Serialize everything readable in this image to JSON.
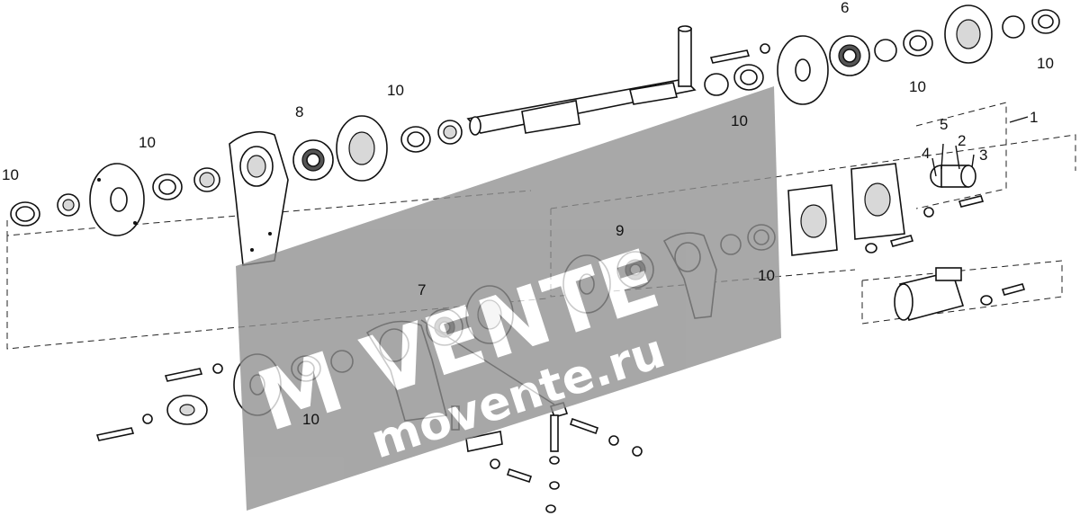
{
  "diagram": {
    "watermark": {
      "brand": "M  VENTE",
      "domain": "movente.ru"
    },
    "callouts": [
      {
        "id": "c10a",
        "text": "10"
      },
      {
        "id": "c10b",
        "text": "10"
      },
      {
        "id": "c8",
        "text": "8"
      },
      {
        "id": "c10c",
        "text": "10"
      },
      {
        "id": "c10d",
        "text": "10"
      },
      {
        "id": "c6",
        "text": "6"
      },
      {
        "id": "c10e",
        "text": "10"
      },
      {
        "id": "c10f",
        "text": "10"
      },
      {
        "id": "c1",
        "text": "1"
      },
      {
        "id": "c5",
        "text": "5"
      },
      {
        "id": "c2",
        "text": "2"
      },
      {
        "id": "c4",
        "text": "4"
      },
      {
        "id": "c3",
        "text": "3"
      },
      {
        "id": "c9",
        "text": "9"
      },
      {
        "id": "c10g",
        "text": "10"
      },
      {
        "id": "c7",
        "text": "7"
      },
      {
        "id": "c10h",
        "text": "10"
      }
    ],
    "colors": {
      "line": "#111111",
      "watermark_fill": "#8f8f8f",
      "watermark_text": "#ffffff"
    }
  }
}
